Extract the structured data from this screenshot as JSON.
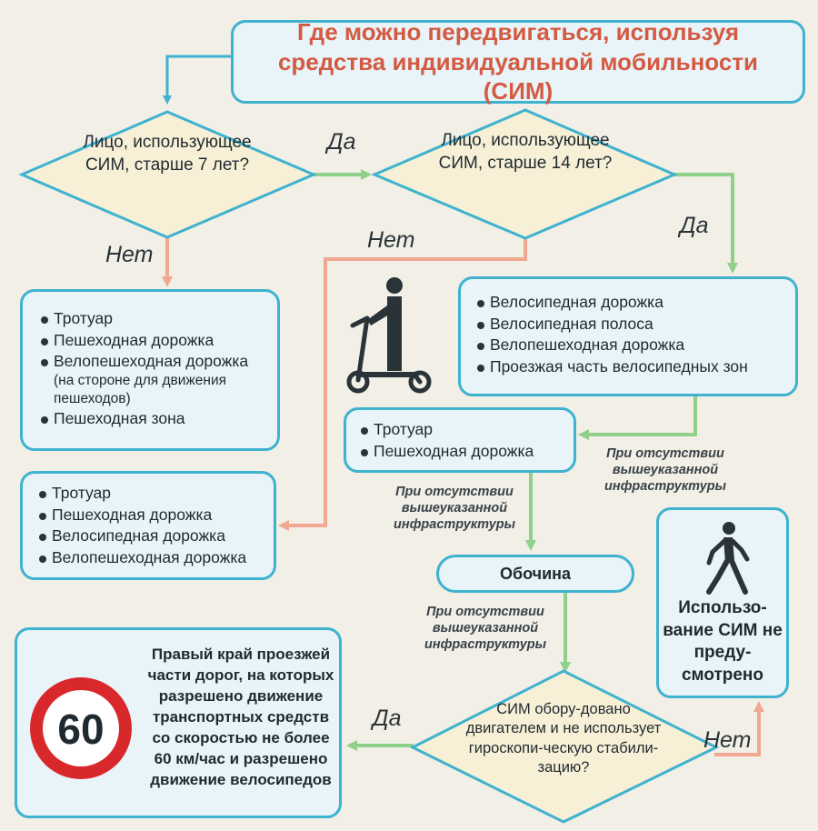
{
  "title": "Где можно передвигаться, используя средства индивидуальной мобильности (СИМ)",
  "decision_age7": "Лицо, использующее СИМ, старше 7 лет?",
  "decision_age14": "Лицо, использующее СИМ, старше 14 лет?",
  "decision_motor": "СИМ обору-довано двигателем и не использует гироскопи-ческую стабили-зацию?",
  "labels": {
    "yes_1": "Да",
    "no_1": "Нет",
    "no_2": "Нет",
    "yes_2": "Да",
    "yes_3": "Да",
    "no_3": "Нет"
  },
  "box_under7": {
    "items": [
      "Тротуар",
      "Пешеходная дорожка",
      "Велопешеходная дорожка"
    ],
    "note": "(на стороне для движения пешеходов)",
    "last_item": "Пешеходная зона"
  },
  "box_7_14": {
    "items": [
      "Тротуар",
      "Пешеходная дорожка",
      "Велосипедная дорожка",
      "Велопешеходная дорожка"
    ]
  },
  "box_over14": {
    "items": [
      "Велосипедная дорожка",
      "Велосипедная полоса",
      "Велопешеходная дорожка",
      "Проезжая часть велосипедных зон"
    ]
  },
  "box_sidewalk": {
    "items": [
      "Тротуар",
      "Пешеходная дорожка"
    ]
  },
  "condition_note_1": "При отсутствии вышеуказанной инфраструктуры",
  "condition_note_2": "При отсутствии вышеуказанной инфраструктуры",
  "condition_note_3": "При отсутствии вышеуказанной инфраструктуры",
  "shoulder": "Обочина",
  "pedestrian_box": "Использо-вание СИМ не преду-смотрено",
  "speed_sign": "60",
  "road_box": "Правый край проезжей части дорог, на которых разрешено движение транспортных средств со скоростью не более 60 км/час и разрешено движение велосипедов",
  "icons": [
    "scooter-icon",
    "pedestrian-icon",
    "speed-limit-sign-icon"
  ],
  "colors": {
    "box_border": "#3fb2cf",
    "box_fill": "#e8f4f7",
    "diamond_fill": "#f7f0d6",
    "title_text": "#d45a43",
    "arrow_yes": "#8fd08a",
    "arrow_no": "#f0a890",
    "sign_red": "#d8282b"
  }
}
